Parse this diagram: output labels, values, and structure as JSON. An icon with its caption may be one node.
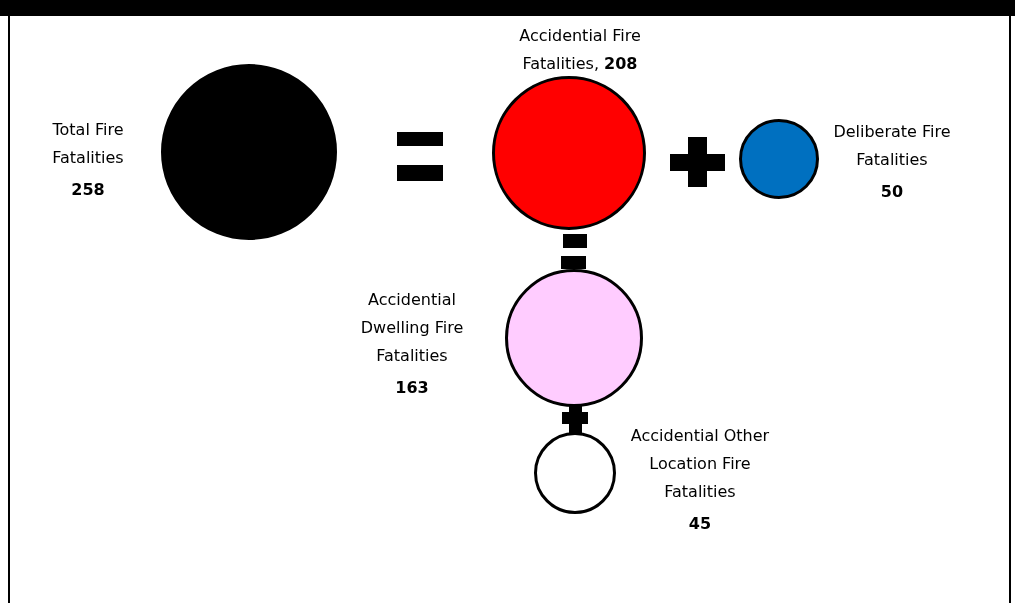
{
  "diagram": {
    "nodes": [
      {
        "text": [],
        "shape": "circle",
        "beside": [
          "Total Fire Fatalities",
          "258"
        ]
      },
      {
        "text": [],
        "shape": "circle",
        "beside": [
          "Accidential Fire Fatalities, **208**"
        ]
      },
      {
        "text": [],
        "shape": "circle",
        "beside": [
          "Deliberate Fire Fatalities",
          "50"
        ]
      },
      {
        "text": [],
        "shape": "circle",
        "beside": [
          "Accidential Dwelling Fire Fatalities",
          "163"
        ]
      },
      {
        "text": [],
        "shape": "circle",
        "beside": [
          "Accidential Other Location Fire Fatalities",
          "45"
        ]
      }
    ]
  }
}
